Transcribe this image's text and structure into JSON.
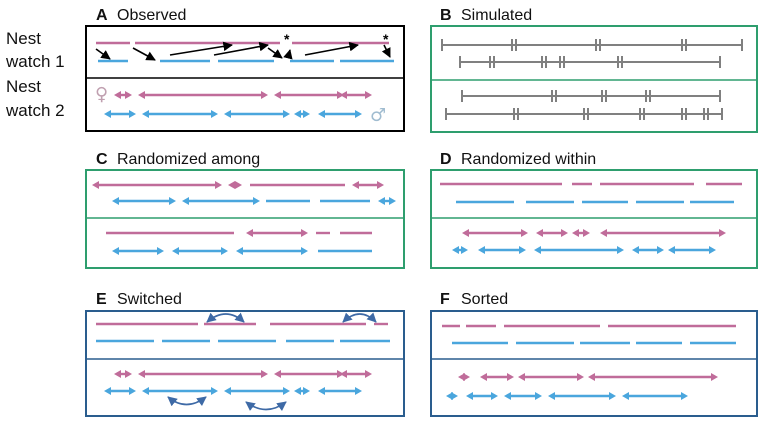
{
  "row_labels": [
    "Nest\nwatch 1",
    "Nest\nwatch 2"
  ],
  "colors": {
    "female": "#c06c9a",
    "male": "#4aa6dd",
    "simulated": "#808080",
    "frame_observed": "#000000",
    "frame_green": "#2e9e6e",
    "frame_blue": "#2a5d8e",
    "curve": "#3e6aa6",
    "black_arrow": "#000000"
  },
  "panels": [
    {
      "letter": "A",
      "title": "Observed",
      "frame": "frame_observed"
    },
    {
      "letter": "B",
      "title": "Simulated",
      "frame": "frame_green"
    },
    {
      "letter": "C",
      "title": "Randomized among",
      "frame": "frame_green"
    },
    {
      "letter": "D",
      "title": "Randomized within",
      "frame": "frame_green"
    },
    {
      "letter": "E",
      "title": "Switched",
      "frame": "frame_blue"
    },
    {
      "letter": "F",
      "title": "Sorted",
      "frame": "frame_blue"
    }
  ],
  "annotations": {
    "asterisk": "*"
  },
  "icons": {
    "female_symbol": "♀",
    "male_symbol": "♂"
  }
}
